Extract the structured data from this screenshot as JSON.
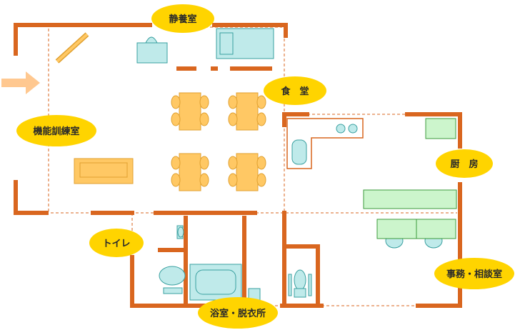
{
  "rooms": {
    "shizuyoshitsu": "静養室",
    "shokudo": "食　堂",
    "kinou_kunren": "機能訓練室",
    "chubo": "厨　房",
    "toilet": "トイレ",
    "jimu_soudan": "事務・相談室",
    "yokushitsu": "浴室・脱衣所"
  },
  "colors": {
    "wall": "#d9661f",
    "label_bubble": "#ffd400",
    "furniture_orange": "#ffc864",
    "furniture_orange_stroke": "#e0a030",
    "fixture_teal": "#bfeaea",
    "fixture_teal_stroke": "#3aa0a0",
    "counter_green": "#ccf5cc",
    "counter_green_stroke": "#3c9a3c",
    "entrance_arrow": "#ffc890"
  },
  "icons": {
    "entrance": "right-arrow-icon"
  }
}
